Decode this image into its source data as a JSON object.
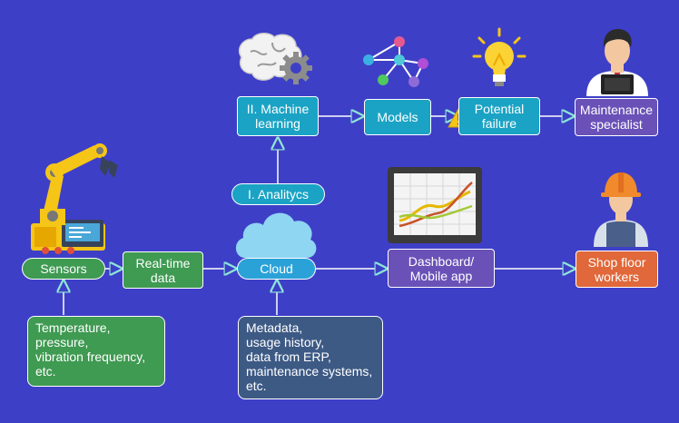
{
  "nodes": {
    "machine_learning": "II. Machine\nlearning",
    "models": "Models",
    "potential_failure": "Potential\nfailure",
    "maintenance_specialist": "Maintenance\nspecialist",
    "analytics": "I. Analitycs",
    "sensors": "Sensors",
    "realtime_data": "Real-time\ndata",
    "cloud": "Cloud",
    "dashboard": "Dashboard/\nMobile app",
    "shop_floor": "Shop floor\nworkers",
    "sensor_types": "Temperature,\npressure,\nvibration frequency,\netc.",
    "metadata": "Metadata,\nusage history,\n data from ERP,\nmaintenance systems,\netc."
  },
  "icons": [
    "brain-gear-icon",
    "network-icon",
    "lightbulb-icon",
    "maintenance-specialist-icon",
    "robot-arm-icon",
    "cloud-icon",
    "dashboard-chart-icon",
    "worker-icon",
    "warning-icon"
  ],
  "colors": {
    "background": "#3e3fc7",
    "teal": "#1aa3c4",
    "green": "#3f9a52",
    "purple": "#6a51b8",
    "orange": "#e0683a",
    "slate": "#3d5a85",
    "connector": "#8ee6d6"
  }
}
